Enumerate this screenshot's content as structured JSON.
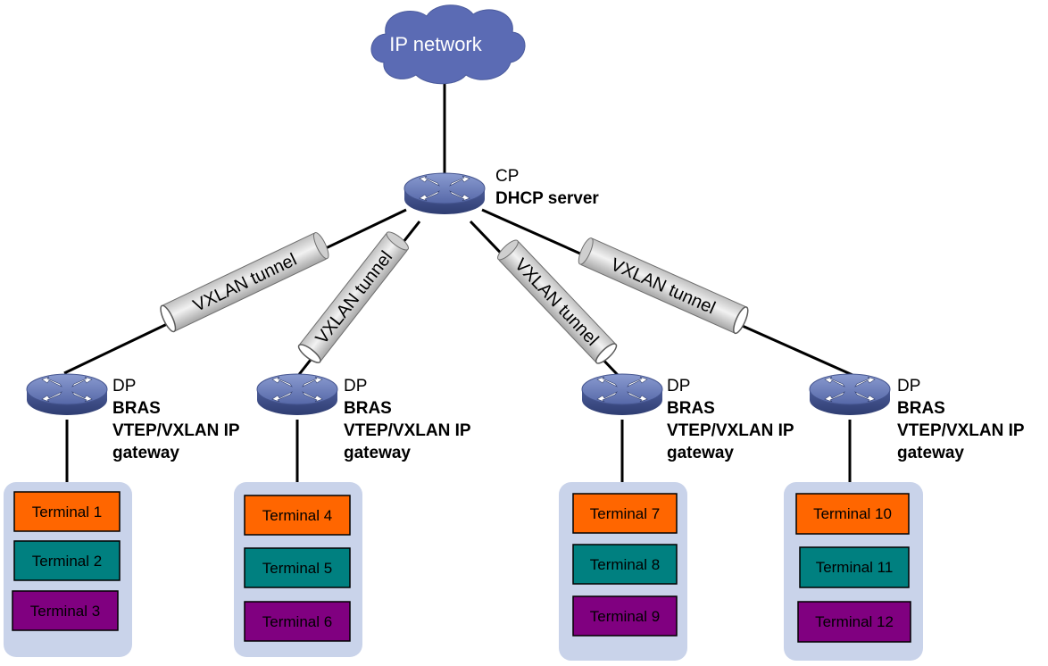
{
  "cloud": {
    "label": "IP network"
  },
  "cp": {
    "role": "CP",
    "desc": "DHCP server"
  },
  "tunnels": [
    {
      "label": "VXLAN tunnel"
    },
    {
      "label": "VXLAN tunnel"
    },
    {
      "label": "VXLAN tunnel"
    },
    {
      "label": "VXLAN tunnel"
    }
  ],
  "dps": [
    {
      "role": "DP",
      "line1": "BRAS",
      "line2": "VTEP/VXLAN IP",
      "line3": "gateway",
      "terminals": [
        "Terminal 1",
        "Terminal 2",
        "Terminal 3"
      ]
    },
    {
      "role": "DP",
      "line1": "BRAS",
      "line2": "VTEP/VXLAN IP",
      "line3": "gateway",
      "terminals": [
        "Terminal 4",
        "Terminal 5",
        "Terminal 6"
      ]
    },
    {
      "role": "DP",
      "line1": "BRAS",
      "line2": "VTEP/VXLAN IP",
      "line3": "gateway",
      "terminals": [
        "Terminal 7",
        "Terminal 8",
        "Terminal 9"
      ]
    },
    {
      "role": "DP",
      "line1": "BRAS",
      "line2": "VTEP/VXLAN IP",
      "line3": "gateway",
      "terminals": [
        "Terminal 10",
        "Terminal 11",
        "Terminal 12"
      ]
    }
  ],
  "colors": {
    "device": "#5b6fae",
    "cloud": "#5b6bb4",
    "terminal_group_bg": "#c9d3ea",
    "terminal_1": "#ff6600",
    "terminal_2": "#008080",
    "terminal_3": "#800080",
    "tunnel": "#d9d9d9"
  }
}
